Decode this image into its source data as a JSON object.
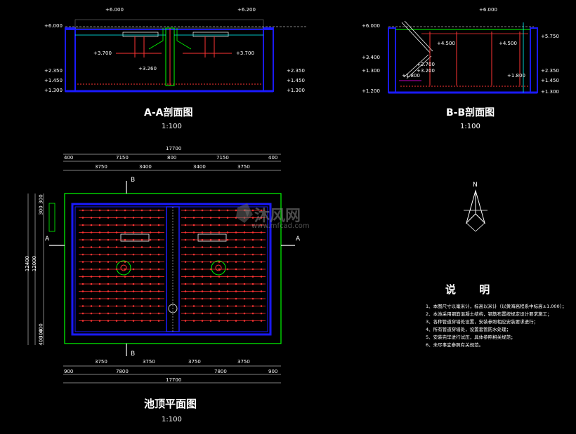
{
  "section_aa": {
    "title": "A-A剖面图",
    "scale": "1:100",
    "elevations": [
      "+6.000",
      "+6.200",
      "+6.000",
      "+3.700",
      "+3.700",
      "+3.260",
      "+2.350",
      "+2.350",
      "+1.450",
      "+1.450",
      "+1.300",
      "+1.300"
    ]
  },
  "section_bb": {
    "title": "B-B剖面图",
    "scale": "1:100",
    "elevations": [
      "+6.000",
      "+6.000",
      "+5.750",
      "+4.500",
      "+4.500",
      "+3.700",
      "+3.400",
      "+3.200",
      "+2.350",
      "+1.800",
      "+1.800",
      "+1.450",
      "+1.300",
      "+1.300",
      "+1.200"
    ]
  },
  "plan": {
    "title": "池顶平面图",
    "scale": "1:100",
    "top_dims_overall": "17700",
    "top_dims_row1": [
      "400",
      "7150",
      "800",
      "7150",
      "400"
    ],
    "top_dims_row2": [
      "3750",
      "3400",
      "3400",
      "3750"
    ],
    "bottom_dims_row1": [
      "3750",
      "3750",
      "3750",
      "3750"
    ],
    "bottom_dims_row2": [
      "900",
      "7800",
      "7800",
      "900"
    ],
    "bottom_dims_overall": "17700",
    "left_dims_outer": "12400",
    "left_dims_inner": "12000",
    "left_dims_small": [
      "300",
      "300",
      "400",
      "300",
      "400"
    ],
    "section_marks": [
      "B",
      "B",
      "A",
      "A"
    ]
  },
  "north": {
    "label": "N"
  },
  "notes": {
    "title": "说 明",
    "items": [
      "1、本图尺寸以毫米计，标高以米计（以黄海高程系中标高±1.000）；",
      "2、本池采用钢筋混凝土结构，钢筋布置按规定设计要求施工；",
      "3、各种管道穿墙处设置，安装参照相应安装要求进行；",
      "4、所有管道穿墙处，设置套管防水处理；",
      "5、安装完毕进行试压，具体参照相关规范；",
      "6、未尽事宜参照有关规范。"
    ]
  },
  "watermark": {
    "brand": "沐风网",
    "url": "www.mfcad.com"
  },
  "colors": {
    "background": "#000000",
    "wall": "#1a1aff",
    "pipe": "#ff3333",
    "green": "#00ff00",
    "cyan": "#00ffff",
    "white": "#ffffff",
    "magenta": "#ff00ff"
  }
}
